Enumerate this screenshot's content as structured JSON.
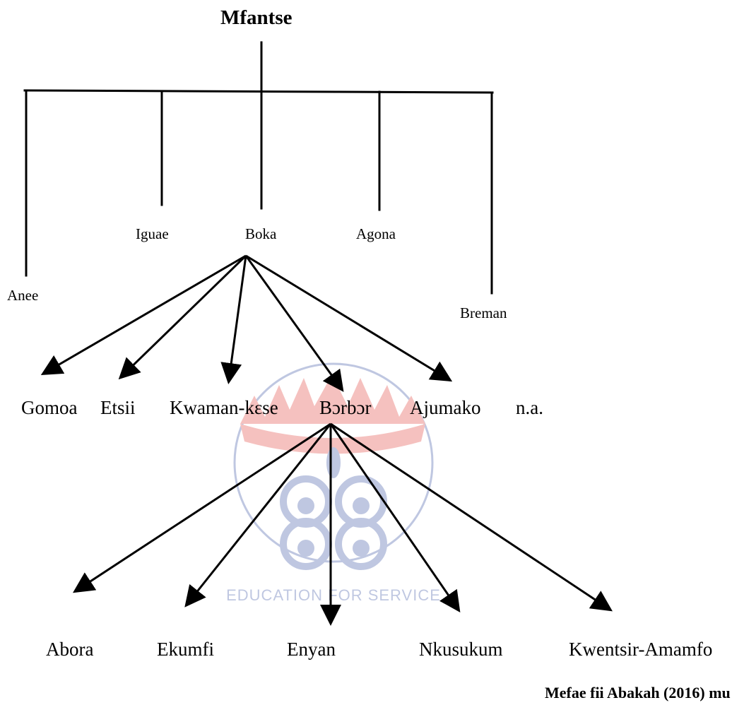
{
  "title": "Mfantse",
  "level1": [
    "Anee",
    "Iguae",
    "Boka",
    "Agona",
    "Breman"
  ],
  "level2": [
    "Gomoa",
    "Etsii",
    "Kwaman-kɛse",
    "Bɔrbɔr",
    "Ajumako",
    "n.a."
  ],
  "level3": [
    "Abora",
    "Ekumfi",
    "Enyan",
    "Nkusukum",
    "Kwentsir-Amamfo"
  ],
  "watermark": {
    "text": "EDUCATION FOR SERVICE",
    "colors": {
      "red": "#e2403a",
      "blue": "#3b55a4"
    }
  },
  "caption": "Mefae fii Abakah (2016) mu"
}
